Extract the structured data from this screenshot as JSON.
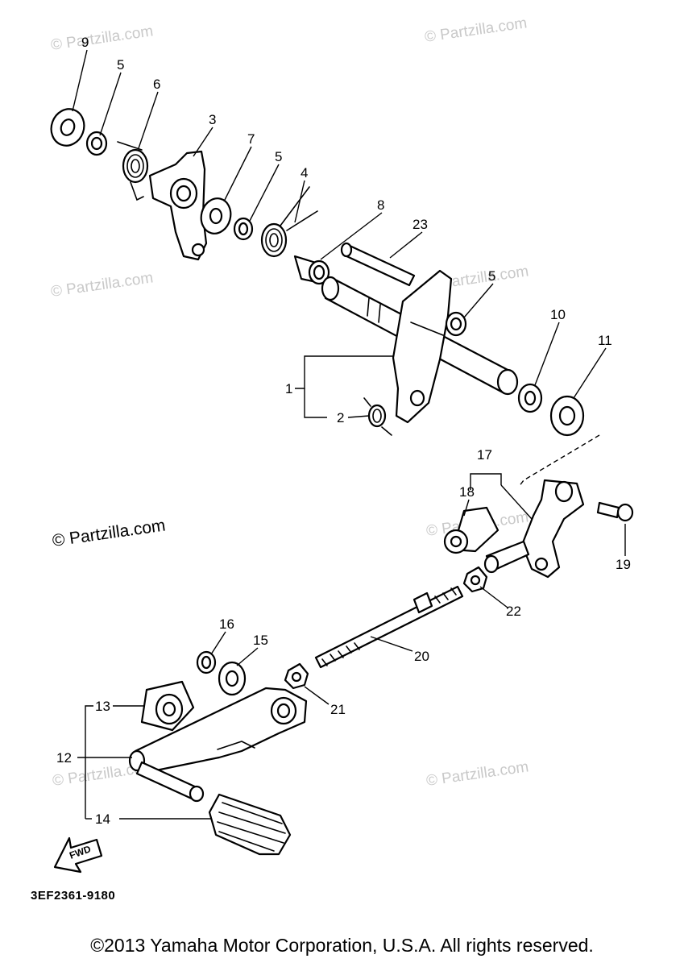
{
  "watermarks": {
    "faint": "© Partzilla.com",
    "strong": "© Partzilla.com"
  },
  "callouts": {
    "c9": "9",
    "c5a": "5",
    "c6": "6",
    "c3": "3",
    "c7": "7",
    "c5b": "5",
    "c4": "4",
    "c8": "8",
    "c23": "23",
    "c5c": "5",
    "c10": "10",
    "c11": "11",
    "c1": "1",
    "c2": "2",
    "c17": "17",
    "c18": "18",
    "c19": "19",
    "c22": "22",
    "c16": "16",
    "c15": "15",
    "c20": "20",
    "c13": "13",
    "c21": "21",
    "c12": "12",
    "c14": "14"
  },
  "fwd_label": "FWD",
  "diagram_code": "3EF2361-9180",
  "copyright": "©2013 Yamaha Motor Corporation, U.S.A. All rights reserved.",
  "colors": {
    "line": "#000000",
    "watermark": "#c9c9c9",
    "background": "#ffffff"
  }
}
